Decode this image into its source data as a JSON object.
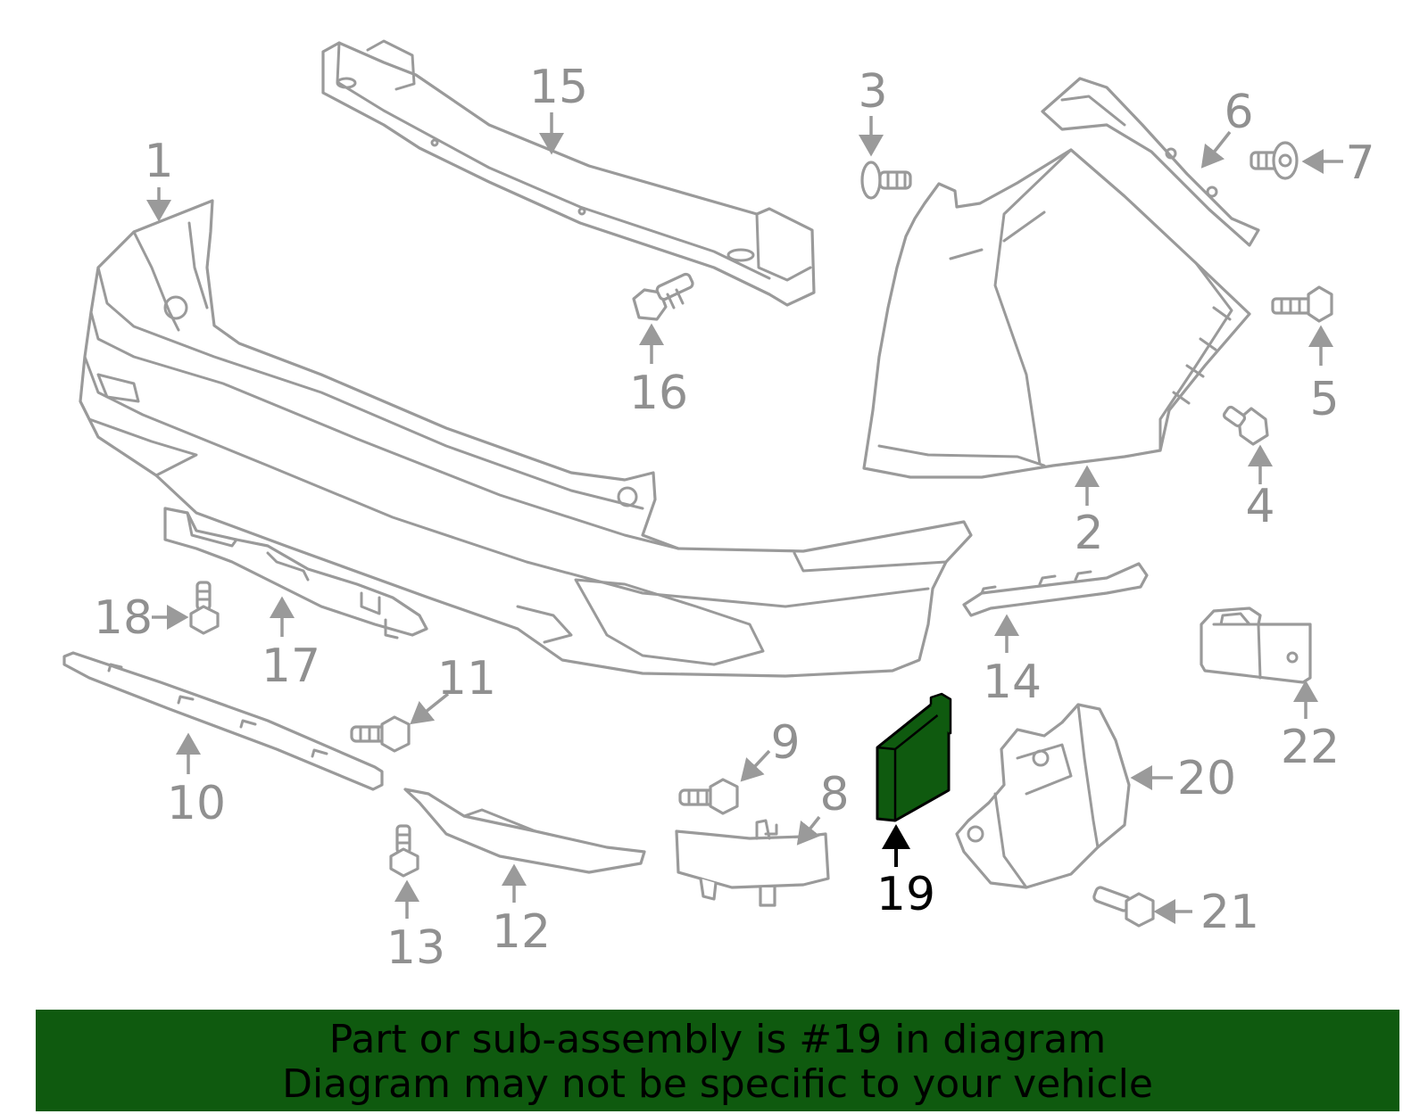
{
  "colors": {
    "highlight": "#0f5a0f",
    "part_stroke": "#9a9a9a",
    "label_gray": "#909090",
    "label_highlight": "#000000"
  },
  "callouts": [
    {
      "id": "1",
      "label": "1"
    },
    {
      "id": "2",
      "label": "2"
    },
    {
      "id": "3",
      "label": "3"
    },
    {
      "id": "4",
      "label": "4"
    },
    {
      "id": "5",
      "label": "5"
    },
    {
      "id": "6",
      "label": "6"
    },
    {
      "id": "7",
      "label": "7"
    },
    {
      "id": "8",
      "label": "8"
    },
    {
      "id": "9",
      "label": "9"
    },
    {
      "id": "10",
      "label": "10"
    },
    {
      "id": "11",
      "label": "11"
    },
    {
      "id": "12",
      "label": "12"
    },
    {
      "id": "13",
      "label": "13"
    },
    {
      "id": "14",
      "label": "14"
    },
    {
      "id": "15",
      "label": "15"
    },
    {
      "id": "16",
      "label": "16"
    },
    {
      "id": "17",
      "label": "17"
    },
    {
      "id": "18",
      "label": "18"
    },
    {
      "id": "19",
      "label": "19",
      "highlighted": true
    },
    {
      "id": "20",
      "label": "20"
    },
    {
      "id": "21",
      "label": "21"
    },
    {
      "id": "22",
      "label": "22"
    }
  ],
  "banner": {
    "line1": "Part or sub-assembly is #19 in diagram",
    "line2": "Diagram may not be specific to your vehicle"
  }
}
